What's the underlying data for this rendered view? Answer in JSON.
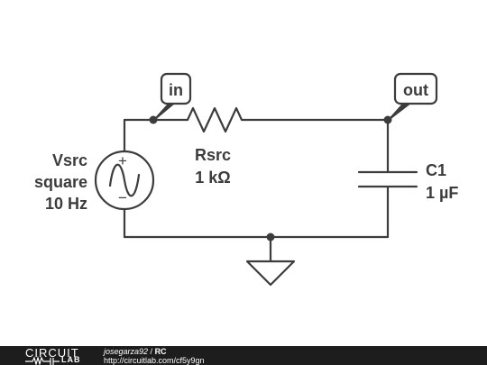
{
  "nodes": {
    "in_label": "in",
    "out_label": "out"
  },
  "source": {
    "name": "Vsrc",
    "waveform": "square",
    "frequency": "10 Hz",
    "plus": "+",
    "minus": "−"
  },
  "resistor": {
    "name": "Rsrc",
    "value": "1 kΩ"
  },
  "capacitor": {
    "name": "C1",
    "value": "1 µF"
  },
  "footer": {
    "logo_top": "CIRCUIT",
    "logo_bottom": "LAB",
    "author": "josegarza92",
    "separator": " / ",
    "title": "RC",
    "url": "http://circuitlab.com/cf5y9gn"
  },
  "colors": {
    "ink": "#3c3c3c",
    "footer_bg": "#1d1d1d"
  }
}
